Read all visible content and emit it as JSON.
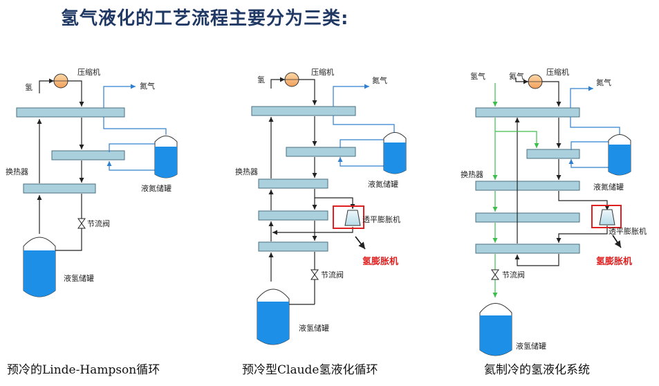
{
  "title": "氢气液化的工艺流程主要分为三类:",
  "colors": {
    "hx_fill": "#a9d0dc",
    "hx_stroke": "#4a6f80",
    "tank_liquid": "#1e8fe6",
    "pipe": "#222222",
    "pipe_blue": "#2f7fd0",
    "pipe_green": "#3cbf4a",
    "highlight": "#e02020",
    "title": "#1f3864"
  },
  "panels": [
    {
      "caption": "预冷的Linde-Hampson循环",
      "labels": {
        "hydrogen_in": "氢",
        "compressor": "压缩机",
        "nitrogen_out": "氮气",
        "heat_exchanger": "换热器",
        "ln2_tank": "液氮储罐",
        "throttle_valve": "节流阀",
        "lh2_tank": "液氢储罐"
      }
    },
    {
      "caption": "预冷型Claude氢液化循环",
      "labels": {
        "hydrogen_in": "氢",
        "compressor": "压缩机",
        "nitrogen_out": "氮气",
        "heat_exchanger": "换热器",
        "ln2_tank": "液氮储罐",
        "expander": "透平膨胀机",
        "expander_callout": "氢膨胀机",
        "throttle_valve": "节流阀",
        "lh2_tank": "液氢储罐"
      }
    },
    {
      "caption": "氦制冷的氢液化系统",
      "labels": {
        "hydrogen_in": "氢气",
        "helium_in": "氦气",
        "compressor": "压缩机",
        "nitrogen_out": "氮气",
        "heat_exchanger": "换热器",
        "ln2_tank": "液氮储罐",
        "expander": "透平膨胀机",
        "expander_callout": "氢膨胀机",
        "throttle_valve": "节流阀",
        "lh2_tank": "液氢储罐"
      }
    }
  ]
}
